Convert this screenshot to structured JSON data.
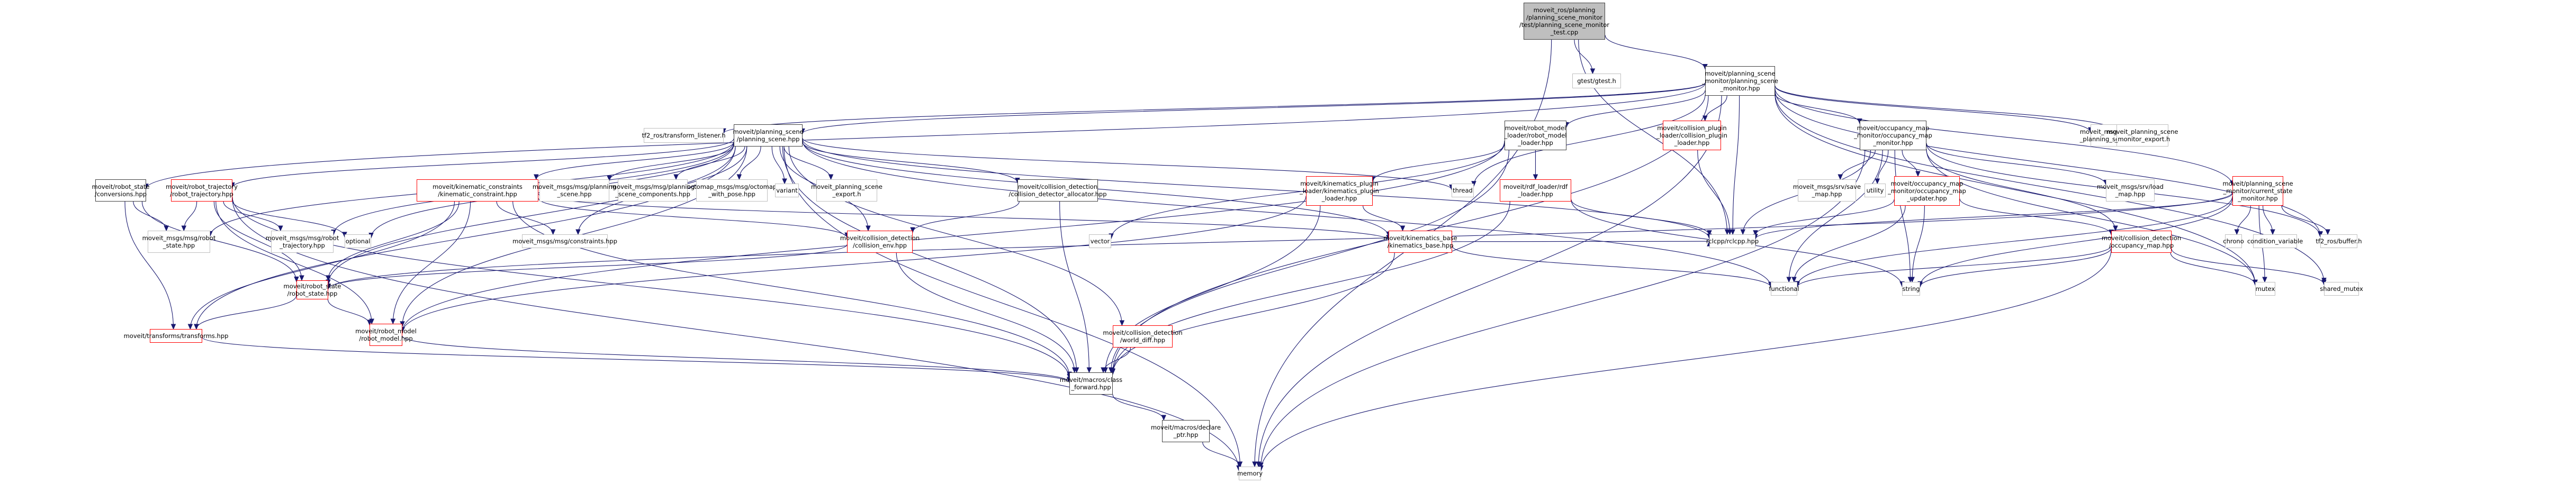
{
  "graph": {
    "title": "moveit_ros/planning/planning_scene_monitor/test/planning_scene_monitor_test.cpp",
    "edge_color": "#191970",
    "legend_colors": {
      "root_fill": "#bfbfbf",
      "documented_border": "#404040",
      "undocumented_border": "#ff0000",
      "external_border": "#bfbfbf"
    },
    "nodes": [
      {
        "id": "root",
        "label": "moveit_ros/planning\n/planning_scene_monitor\n/test/planning_scene_monitor\n_test.cpp",
        "kind": "root"
      },
      {
        "id": "gtest",
        "label": "gtest/gtest.h",
        "kind": "ext"
      },
      {
        "id": "psm",
        "label": "moveit/planning_scene\n_monitor/planning_scene\n_monitor.hpp",
        "kind": "doc"
      },
      {
        "id": "tf2listener",
        "label": "tf2_ros/transform_listener.h",
        "kind": "ext"
      },
      {
        "id": "ps",
        "label": "moveit/planning_scene\n/planning_scene.hpp",
        "kind": "doc"
      },
      {
        "id": "rml",
        "label": "moveit/robot_model\n_loader/robot_model\n_loader.hpp",
        "kind": "doc"
      },
      {
        "id": "cpl",
        "label": "moveit/collision_plugin\n_loader/collision_plugin\n_loader.hpp",
        "kind": "red"
      },
      {
        "id": "omm",
        "label": "moveit/occupancy_map\n_monitor/occupancy_map\n_monitor.hpp",
        "kind": "doc"
      },
      {
        "id": "getps",
        "label": "moveit_msgs/srv/get\n_planning_scene.hpp",
        "kind": "ext"
      },
      {
        "id": "psmexport",
        "label": "moveit_planning_scene\n_monitor_export.h",
        "kind": "ext"
      },
      {
        "id": "conv",
        "label": "moveit/robot_state\n/conversions.hpp",
        "kind": "doc"
      },
      {
        "id": "rtraj",
        "label": "moveit/robot_trajectory\n/robot_trajectory.hpp",
        "kind": "red"
      },
      {
        "id": "kc",
        "label": "moveit/kinematic_constraints\n/kinematic_constraint.hpp",
        "kind": "red"
      },
      {
        "id": "msgps",
        "label": "moveit_msgs/msg/planning\n_scene.hpp",
        "kind": "ext"
      },
      {
        "id": "msgpsc",
        "label": "moveit_msgs/msg/planning\n_scene_components.hpp",
        "kind": "ext"
      },
      {
        "id": "octo",
        "label": "octomap_msgs/msg/octomap\n_with_pose.hpp",
        "kind": "ext"
      },
      {
        "id": "variant",
        "label": "variant",
        "kind": "ext"
      },
      {
        "id": "psexport",
        "label": "moveit_planning_scene\n_export.h",
        "kind": "ext"
      },
      {
        "id": "cda",
        "label": "moveit/collision_detection\n/collision_detector_allocator.hpp",
        "kind": "doc"
      },
      {
        "id": "kpl",
        "label": "moveit/kinematics_plugin\n_loader/kinematics_plugin\n_loader.hpp",
        "kind": "red"
      },
      {
        "id": "thread",
        "label": "thread",
        "kind": "ext"
      },
      {
        "id": "rdf",
        "label": "moveit/rdf_loader/rdf\n_loader.hpp",
        "kind": "red"
      },
      {
        "id": "savemap",
        "label": "moveit_msgs/srv/save\n_map.hpp",
        "kind": "ext"
      },
      {
        "id": "utility",
        "label": "utility",
        "kind": "ext"
      },
      {
        "id": "ommu",
        "label": "moveit/occupancy_map\n_monitor/occupancy_map\n_updater.hpp",
        "kind": "red"
      },
      {
        "id": "loadmap",
        "label": "moveit_msgs/srv/load\n_map.hpp",
        "kind": "ext"
      },
      {
        "id": "csm",
        "label": "moveit/planning_scene\n_monitor/current_state\n_monitor.hpp",
        "kind": "red"
      },
      {
        "id": "msgrs",
        "label": "moveit_msgs/msg/robot\n_state.hpp",
        "kind": "ext"
      },
      {
        "id": "msgrt",
        "label": "moveit_msgs/msg/robot\n_trajectory.hpp",
        "kind": "ext"
      },
      {
        "id": "optional",
        "label": "optional",
        "kind": "ext"
      },
      {
        "id": "msgcons",
        "label": "moveit_msgs/msg/constraints.hpp",
        "kind": "ext"
      },
      {
        "id": "cenv",
        "label": "moveit/collision_detection\n/collision_env.hpp",
        "kind": "red"
      },
      {
        "id": "vector",
        "label": "vector",
        "kind": "ext"
      },
      {
        "id": "kb",
        "label": "moveit/kinematics_base\n/kinematics_base.hpp",
        "kind": "red"
      },
      {
        "id": "rclcpp",
        "label": "rclcpp/rclcpp.hpp",
        "kind": "ext"
      },
      {
        "id": "utility2",
        "label": "utility",
        "kind": "ext"
      },
      {
        "id": "com",
        "label": "moveit/collision_detection\n/occupancy_map.hpp",
        "kind": "red"
      },
      {
        "id": "chrono",
        "label": "chrono",
        "kind": "ext"
      },
      {
        "id": "condvar",
        "label": "condition_variable",
        "kind": "ext"
      },
      {
        "id": "tf2buf",
        "label": "tf2_ros/buffer.h",
        "kind": "ext"
      },
      {
        "id": "rs",
        "label": "moveit/robot_state\n/robot_state.hpp",
        "kind": "red"
      },
      {
        "id": "transforms",
        "label": "moveit/transforms/transforms.hpp",
        "kind": "red"
      },
      {
        "id": "rm",
        "label": "moveit/robot_model\n/robot_model.hpp",
        "kind": "red"
      },
      {
        "id": "wdiff",
        "label": "moveit/collision_detection\n/world_diff.hpp",
        "kind": "red"
      },
      {
        "id": "functional",
        "label": "functional",
        "kind": "ext"
      },
      {
        "id": "string",
        "label": "string",
        "kind": "ext"
      },
      {
        "id": "mutex",
        "label": "mutex",
        "kind": "ext"
      },
      {
        "id": "sharedmutex",
        "label": "shared_mutex",
        "kind": "ext"
      },
      {
        "id": "cf",
        "label": "moveit/macros/class\n_forward.hpp",
        "kind": "doc"
      },
      {
        "id": "dp",
        "label": "moveit/macros/declare\n_ptr.hpp",
        "kind": "doc"
      },
      {
        "id": "memory",
        "label": "memory",
        "kind": "ext"
      }
    ],
    "edges": [
      [
        "root",
        "gtest"
      ],
      [
        "root",
        "psm"
      ],
      [
        "root",
        "rclcpp"
      ],
      [
        "root",
        "memory"
      ],
      [
        "psm",
        "tf2listener"
      ],
      [
        "psm",
        "ps"
      ],
      [
        "psm",
        "rml"
      ],
      [
        "psm",
        "cpl"
      ],
      [
        "psm",
        "omm"
      ],
      [
        "psm",
        "getps"
      ],
      [
        "psm",
        "psmexport"
      ],
      [
        "psm",
        "conv"
      ],
      [
        "psm",
        "csm"
      ],
      [
        "psm",
        "rclcpp"
      ],
      [
        "psm",
        "memory"
      ],
      [
        "psm",
        "thread"
      ],
      [
        "psm",
        "tf2buf"
      ],
      [
        "psm",
        "mutex"
      ],
      [
        "psm",
        "sharedmutex"
      ],
      [
        "psm",
        "cf"
      ],
      [
        "ps",
        "rtraj"
      ],
      [
        "ps",
        "kc"
      ],
      [
        "ps",
        "msgps"
      ],
      [
        "ps",
        "msgpsc"
      ],
      [
        "ps",
        "octo"
      ],
      [
        "ps",
        "variant"
      ],
      [
        "ps",
        "psexport"
      ],
      [
        "ps",
        "cda"
      ],
      [
        "ps",
        "rs"
      ],
      [
        "ps",
        "rm"
      ],
      [
        "ps",
        "transforms"
      ],
      [
        "ps",
        "cenv"
      ],
      [
        "ps",
        "wdiff"
      ],
      [
        "ps",
        "cf"
      ],
      [
        "ps",
        "functional"
      ],
      [
        "ps",
        "thread"
      ],
      [
        "ps",
        "optional"
      ],
      [
        "ps",
        "memory"
      ],
      [
        "ps",
        "msgrs"
      ],
      [
        "ps",
        "msgrt"
      ],
      [
        "ps",
        "msgcons"
      ],
      [
        "ps",
        "kb"
      ],
      [
        "ps",
        "rclcpp"
      ],
      [
        "rml",
        "kpl"
      ],
      [
        "rml",
        "rdf"
      ],
      [
        "rml",
        "rm"
      ],
      [
        "rml",
        "cf"
      ],
      [
        "rml",
        "vector"
      ],
      [
        "cpl",
        "rclcpp"
      ],
      [
        "omm",
        "savemap"
      ],
      [
        "omm",
        "utility"
      ],
      [
        "omm",
        "ommu"
      ],
      [
        "omm",
        "loadmap"
      ],
      [
        "omm",
        "com"
      ],
      [
        "omm",
        "rclcpp"
      ],
      [
        "omm",
        "functional"
      ],
      [
        "omm",
        "string"
      ],
      [
        "omm",
        "memory"
      ],
      [
        "omm",
        "tf2buf"
      ],
      [
        "omm",
        "mutex"
      ],
      [
        "conv",
        "msgrs"
      ],
      [
        "conv",
        "rs"
      ],
      [
        "conv",
        "transforms"
      ],
      [
        "rtraj",
        "msgrs"
      ],
      [
        "rtraj",
        "msgrt"
      ],
      [
        "rtraj",
        "optional"
      ],
      [
        "rtraj",
        "rs"
      ],
      [
        "rtraj",
        "rm"
      ],
      [
        "rtraj",
        "cf"
      ],
      [
        "rtraj",
        "memory"
      ],
      [
        "kc",
        "msgcons"
      ],
      [
        "kc",
        "rs"
      ],
      [
        "kc",
        "rm"
      ],
      [
        "kc",
        "cf"
      ],
      [
        "kc",
        "cenv"
      ],
      [
        "kc",
        "kb"
      ],
      [
        "kc",
        "transforms"
      ],
      [
        "cda",
        "cenv"
      ],
      [
        "cda",
        "cf"
      ],
      [
        "kpl",
        "kb"
      ],
      [
        "kpl",
        "rm"
      ],
      [
        "kpl",
        "cf"
      ],
      [
        "rdf",
        "rclcpp"
      ],
      [
        "rdf",
        "cf"
      ],
      [
        "rdf",
        "string"
      ],
      [
        "ommu",
        "rclcpp"
      ],
      [
        "ommu",
        "functional"
      ],
      [
        "ommu",
        "string"
      ],
      [
        "ommu",
        "com"
      ],
      [
        "csm",
        "rs"
      ],
      [
        "csm",
        "chrono"
      ],
      [
        "csm",
        "condvar"
      ],
      [
        "csm",
        "tf2buf"
      ],
      [
        "csm",
        "mutex"
      ],
      [
        "csm",
        "functional"
      ],
      [
        "csm",
        "string"
      ],
      [
        "csm",
        "rclcpp"
      ],
      [
        "cenv",
        "rs"
      ],
      [
        "cenv",
        "cf"
      ],
      [
        "kb",
        "cf"
      ],
      [
        "kb",
        "functional"
      ],
      [
        "kb",
        "rclcpp"
      ],
      [
        "com",
        "string"
      ],
      [
        "com",
        "mutex"
      ],
      [
        "com",
        "sharedmutex"
      ],
      [
        "com",
        "memory"
      ],
      [
        "com",
        "functional"
      ],
      [
        "rs",
        "transforms"
      ],
      [
        "rs",
        "rm"
      ],
      [
        "transforms",
        "cf"
      ],
      [
        "rm",
        "cf"
      ],
      [
        "wdiff",
        "cf"
      ],
      [
        "cf",
        "dp"
      ],
      [
        "dp",
        "memory"
      ]
    ]
  }
}
